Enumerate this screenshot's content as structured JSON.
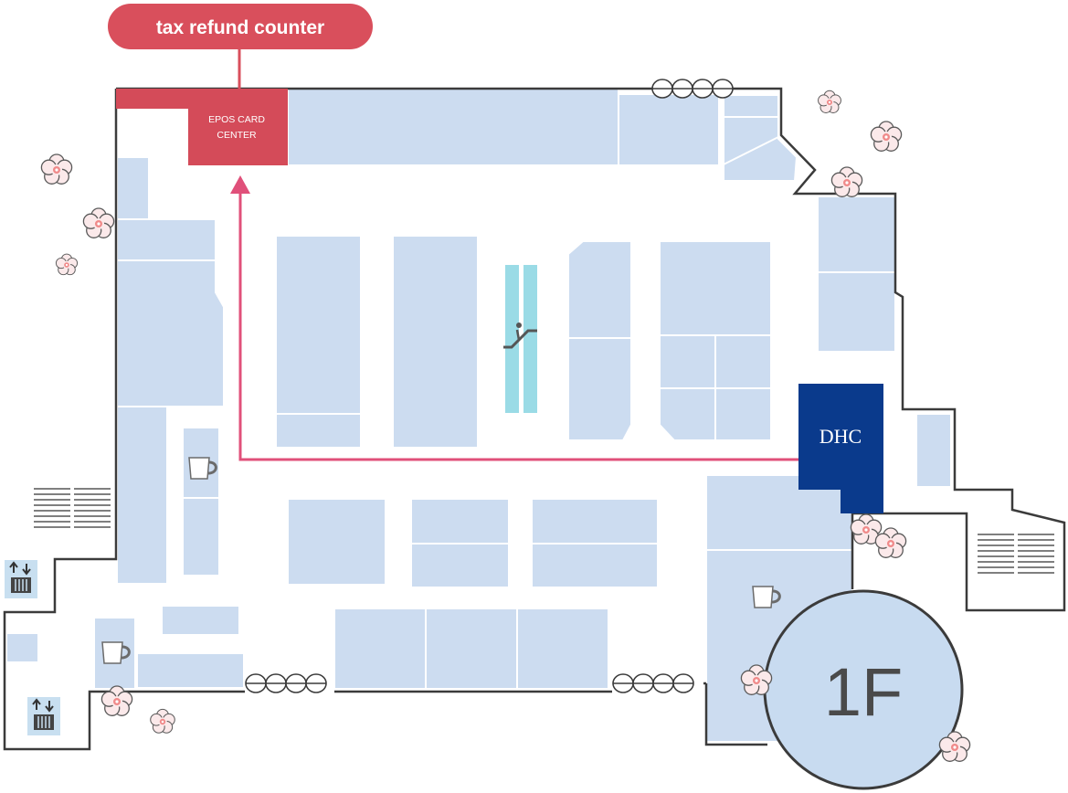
{
  "map": {
    "floor_label": "1F",
    "callout": {
      "label": "tax refund counter"
    },
    "epos": {
      "line1": "EPOS CARD",
      "line2": "CENTER"
    },
    "dhc": {
      "label": "DHC"
    },
    "colors": {
      "shop": "#ccdcf0",
      "wall": "#3b3b3b",
      "route": "#e0507a",
      "epos": "#d44b59",
      "callout": "#d94f5c",
      "dhc": "#0a3a8c",
      "escalator": "#9adbe6",
      "floor_badge": "#c8dbf0"
    },
    "icons": [
      "escalator-icon",
      "cafe-icon",
      "elevator-icon",
      "stairs-icon",
      "entrance-door-icon",
      "sakura-flower-icon"
    ]
  }
}
